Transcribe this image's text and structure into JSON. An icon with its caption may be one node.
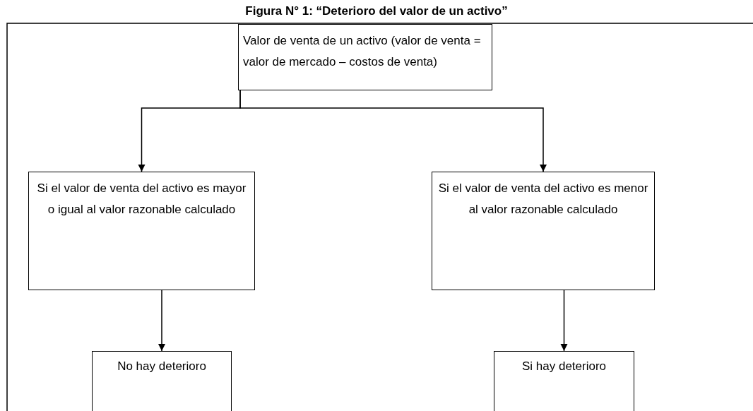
{
  "diagram": {
    "title": "Figura N° 1: “Deterioro del valor de un activo”",
    "nodes": [
      {
        "text": [
          "Valor de venta de un activo (valor de venta = valor de mercado – costos de venta)"
        ]
      },
      {
        "text": [
          "Si el valor de venta del activo es mayor o igual al valor razonable calculado"
        ]
      },
      {
        "text": [
          "Si el valor de venta del activo es menor al valor razonable calculado"
        ]
      },
      {
        "text": [
          "No hay deterioro"
        ]
      },
      {
        "text": [
          "Si hay deterioro"
        ]
      }
    ],
    "edges": [
      {
        "from": 0,
        "to": 1,
        "arrow": "to"
      },
      {
        "from": 0,
        "to": 2,
        "arrow": "to"
      },
      {
        "from": 1,
        "to": 3,
        "arrow": "to"
      },
      {
        "from": 2,
        "to": 4,
        "arrow": "to"
      }
    ]
  }
}
